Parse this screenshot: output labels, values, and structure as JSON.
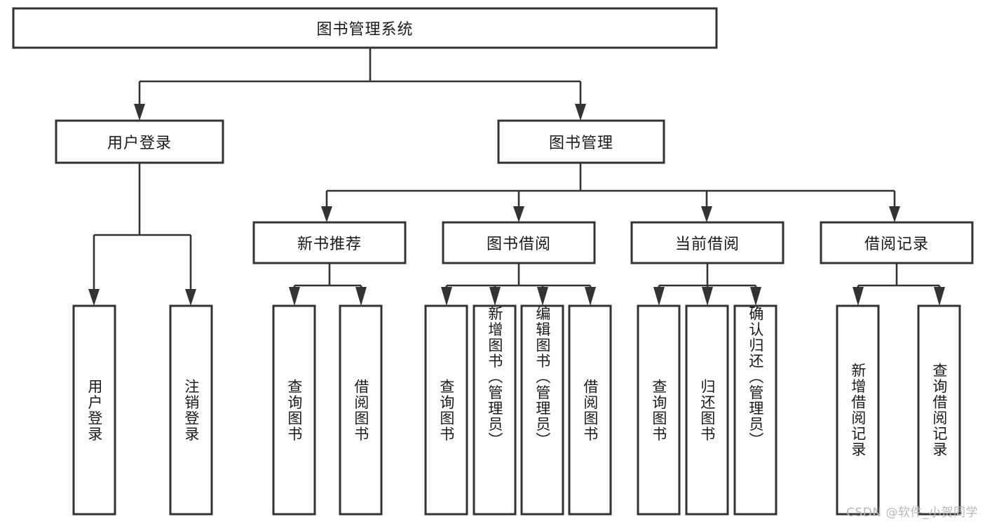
{
  "diagram": {
    "type": "tree",
    "title": "图书管理系统",
    "orientation": "top-down",
    "colors": {
      "box_stroke": "#333333",
      "box_fill": "#ffffff",
      "text": "#1a1a1a",
      "connector": "#333333",
      "watermark": "#b9b9b9",
      "background": "#ffffff"
    },
    "root": {
      "label": "图书管理系统"
    },
    "level2": [
      {
        "label": "用户登录"
      },
      {
        "label": "图书管理"
      }
    ],
    "level3": [
      {
        "label": "新书推荐"
      },
      {
        "label": "图书借阅"
      },
      {
        "label": "当前借阅"
      },
      {
        "label": "借阅记录"
      }
    ],
    "leaves": {
      "user_login": [
        {
          "label": "用户登录"
        },
        {
          "label": "注销登录"
        }
      ],
      "new_book_recommend": [
        {
          "label": "查询图书"
        },
        {
          "label": "借阅图书"
        }
      ],
      "book_borrow": [
        {
          "label": "查询图书"
        },
        {
          "label": "新增图书（管理员）"
        },
        {
          "label": "编辑图书（管理员）"
        },
        {
          "label": "借阅图书"
        }
      ],
      "current_borrow": [
        {
          "label": "查询图书"
        },
        {
          "label": "归还图书"
        },
        {
          "label": "确认归还（管理员）"
        }
      ],
      "borrow_record": [
        {
          "label": "新增借阅记录"
        },
        {
          "label": "查询借阅记录"
        }
      ]
    }
  },
  "watermark": {
    "text": "CSDN @软件_小贺同学"
  }
}
